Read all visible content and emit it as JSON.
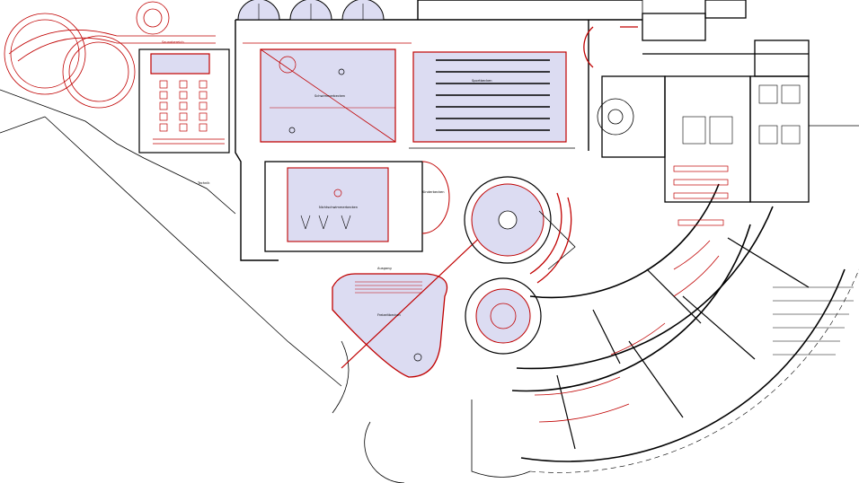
{
  "drawing": {
    "type": "architectural floor plan",
    "colors": {
      "wall": "#000000",
      "red_line": "#c00000",
      "pool_fill": "#dcdcf2",
      "background": "#ffffff"
    },
    "labels": {
      "pool_top_left": "Schwimmerbecken",
      "pool_top_right": "Sportbecken",
      "pool_mid": "Nichtschwimmerbecken",
      "pool_bottom": "Freizeitbecken",
      "sauna_label": "Saunabereich",
      "small_label_1": "Kinderbecken",
      "small_label_2": "Technik",
      "small_label_3": "Ausgang"
    }
  }
}
